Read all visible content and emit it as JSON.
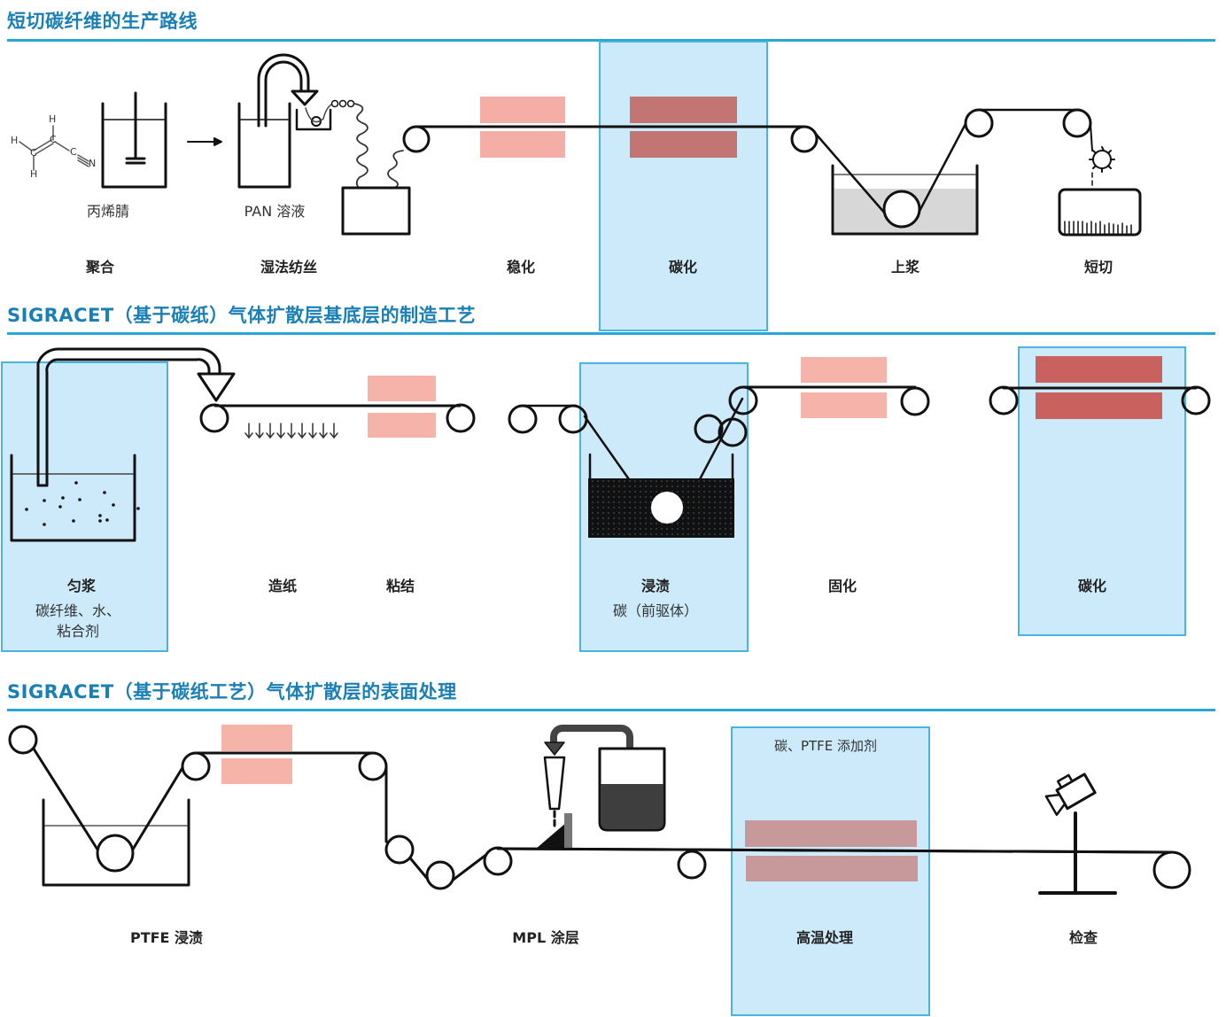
{
  "sections": [
    {
      "title": "短切碳纤维的生产路线",
      "steps": [
        {
          "label": "聚合",
          "sublabel": "丙烯腈"
        },
        {
          "label": "湿法纺丝",
          "sublabel": "PAN 溶液"
        },
        {
          "label": "稳化"
        },
        {
          "label": "碳化",
          "highlighted": true
        },
        {
          "label": "上浆"
        },
        {
          "label": "短切"
        }
      ],
      "molecule": {
        "atoms": [
          "H",
          "H",
          "C",
          "C",
          "H",
          "C",
          "N"
        ],
        "name": "丙烯腈"
      }
    },
    {
      "title": "SIGRACET（基于碳纸）气体扩散层基底层的制造工艺",
      "steps": [
        {
          "label": "匀浆",
          "sublabel": "碳纤维、水、\n粘合剂",
          "sublabel_lines": [
            "碳纤维、水、",
            "粘合剂"
          ],
          "highlighted": true
        },
        {
          "label": "造纸"
        },
        {
          "label": "粘结"
        },
        {
          "label": "浸渍",
          "sublabel": "碳（前驱体）",
          "highlighted": true
        },
        {
          "label": "固化"
        },
        {
          "label": "碳化",
          "highlighted": true
        }
      ]
    },
    {
      "title": "SIGRACET（基于碳纸工艺）气体扩散层的表面处理",
      "steps": [
        {
          "label": "PTFE 浸渍"
        },
        {
          "label": "MPL 涂层"
        },
        {
          "label": "高温处理",
          "sublabel": "碳、PTFE 添加剂",
          "highlighted": true
        },
        {
          "label": "检查"
        }
      ]
    }
  ],
  "icons": [
    "molecule-icon",
    "stirred-reactor-icon",
    "spinning-bath-icon",
    "heater-block-icon",
    "roller-icon",
    "sizing-bath-icon",
    "cutter-gear-icon",
    "slurry-tank-icon",
    "suction-arrows-icon",
    "impregnation-bath-icon",
    "coating-hopper-icon",
    "camera-icon"
  ],
  "colors": {
    "title": "#1a7fb5",
    "rule": "#2aa6d6",
    "highlight_fill": "#cdeafb",
    "highlight_border": "#4ab3e0",
    "heater_light": "#f5aea5",
    "heater_dark": "#c27573",
    "heater_muted": "#c8999b"
  }
}
